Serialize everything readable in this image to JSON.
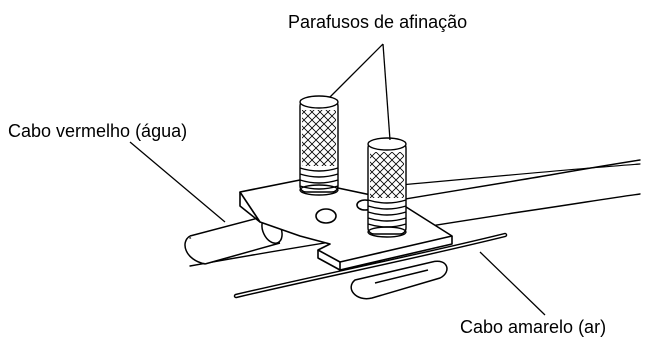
{
  "labels": {
    "tuning_screws": "Parafusos de afinação",
    "red_cable": "Cabo vermelho (água)",
    "yellow_cable": "Cabo amarelo (ar)"
  },
  "colors": {
    "ink": "#000000",
    "paper": "#ffffff"
  }
}
